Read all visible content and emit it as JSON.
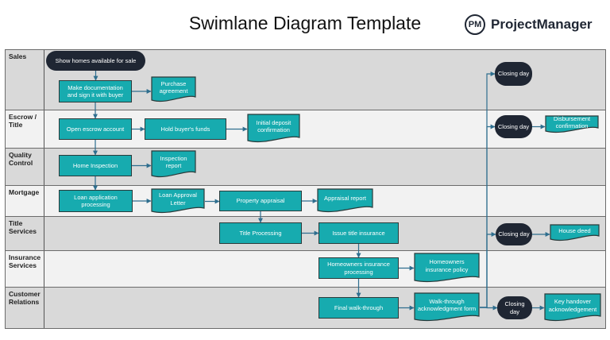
{
  "header": {
    "title": "Swimlane Diagram Template"
  },
  "logo": {
    "mark": "PM",
    "name": "ProjectManager"
  },
  "colors": {
    "process": "#17abaf",
    "terminator": "#1f2633",
    "connector": "#2e6e8e",
    "lane_dark": "#d9d9d9",
    "lane_light": "#f2f2f2"
  },
  "lanes": [
    {
      "id": "sales",
      "label": "Sales"
    },
    {
      "id": "escrow",
      "label": "Escrow / Title"
    },
    {
      "id": "qc",
      "label": "Quality Control"
    },
    {
      "id": "mortgage",
      "label": "Mortgage"
    },
    {
      "id": "title",
      "label": "Title Services"
    },
    {
      "id": "insurance",
      "label": "Insurance Services"
    },
    {
      "id": "customer",
      "label": "Customer Relations"
    }
  ],
  "nodes": [
    {
      "id": "show",
      "lane": "sales",
      "type": "terminator",
      "text": "Show homes available for sale"
    },
    {
      "id": "makedoc",
      "lane": "sales",
      "type": "process",
      "text": "Make documentation and sign it with buyer"
    },
    {
      "id": "purchase",
      "lane": "sales",
      "type": "document",
      "text": "Purchase agreement"
    },
    {
      "id": "close1",
      "lane": "sales",
      "type": "terminator",
      "text": "Closing day"
    },
    {
      "id": "escrowacct",
      "lane": "escrow",
      "type": "process",
      "text": "Open escrow account"
    },
    {
      "id": "hold",
      "lane": "escrow",
      "type": "process",
      "text": "Hold buyer's funds"
    },
    {
      "id": "deposit",
      "lane": "escrow",
      "type": "document",
      "text": "Initial deposit confirmation"
    },
    {
      "id": "close2",
      "lane": "escrow",
      "type": "terminator",
      "text": "Closing day"
    },
    {
      "id": "disb",
      "lane": "escrow",
      "type": "document",
      "text": "Disbursement confirmation"
    },
    {
      "id": "inspect",
      "lane": "qc",
      "type": "process",
      "text": "Home Inspection"
    },
    {
      "id": "insprep",
      "lane": "qc",
      "type": "document",
      "text": "Inspection report"
    },
    {
      "id": "loanapp",
      "lane": "mortgage",
      "type": "process",
      "text": "Loan application processing"
    },
    {
      "id": "loanletter",
      "lane": "mortgage",
      "type": "document",
      "text": "Loan Approval Letter"
    },
    {
      "id": "appraisal",
      "lane": "mortgage",
      "type": "process",
      "text": "Property appraisal"
    },
    {
      "id": "apprep",
      "lane": "mortgage",
      "type": "document",
      "text": "Appraisal report"
    },
    {
      "id": "titleproc",
      "lane": "title",
      "type": "process",
      "text": "Title Processing"
    },
    {
      "id": "issue",
      "lane": "title",
      "type": "process",
      "text": "Issue title insurance"
    },
    {
      "id": "close3",
      "lane": "title",
      "type": "terminator",
      "text": "Closing day"
    },
    {
      "id": "deed",
      "lane": "title",
      "type": "document",
      "text": "House deed"
    },
    {
      "id": "hoproc",
      "lane": "insurance",
      "type": "process",
      "text": "Homeowners insurance processing"
    },
    {
      "id": "hopolicy",
      "lane": "insurance",
      "type": "document",
      "text": "Homeowners insurance policy"
    },
    {
      "id": "walk",
      "lane": "customer",
      "type": "process",
      "text": "Final walk-through"
    },
    {
      "id": "walkform",
      "lane": "customer",
      "type": "document",
      "text": "Walk-through acknowledgment form"
    },
    {
      "id": "close4",
      "lane": "customer",
      "type": "terminator",
      "text": "Closing day"
    },
    {
      "id": "keys",
      "lane": "customer",
      "type": "document",
      "text": "Key handover acknowledgement"
    }
  ],
  "edges": [
    [
      "show",
      "makedoc"
    ],
    [
      "makedoc",
      "purchase"
    ],
    [
      "makedoc",
      "escrowacct"
    ],
    [
      "escrowacct",
      "hold"
    ],
    [
      "hold",
      "deposit"
    ],
    [
      "escrowacct",
      "inspect"
    ],
    [
      "inspect",
      "insprep"
    ],
    [
      "inspect",
      "loanapp"
    ],
    [
      "loanapp",
      "loanletter"
    ],
    [
      "loanletter",
      "appraisal"
    ],
    [
      "appraisal",
      "apprep"
    ],
    [
      "appraisal",
      "titleproc"
    ],
    [
      "titleproc",
      "issue"
    ],
    [
      "issue",
      "hoproc"
    ],
    [
      "hoproc",
      "hopolicy"
    ],
    [
      "hoproc",
      "walk"
    ],
    [
      "walk",
      "walkform"
    ],
    [
      "walkform",
      "close4"
    ],
    [
      "walkform",
      "close1"
    ],
    [
      "walkform",
      "close2"
    ],
    [
      "walkform",
      "close3"
    ],
    [
      "close2",
      "disb"
    ],
    [
      "close3",
      "deed"
    ],
    [
      "close4",
      "keys"
    ]
  ]
}
